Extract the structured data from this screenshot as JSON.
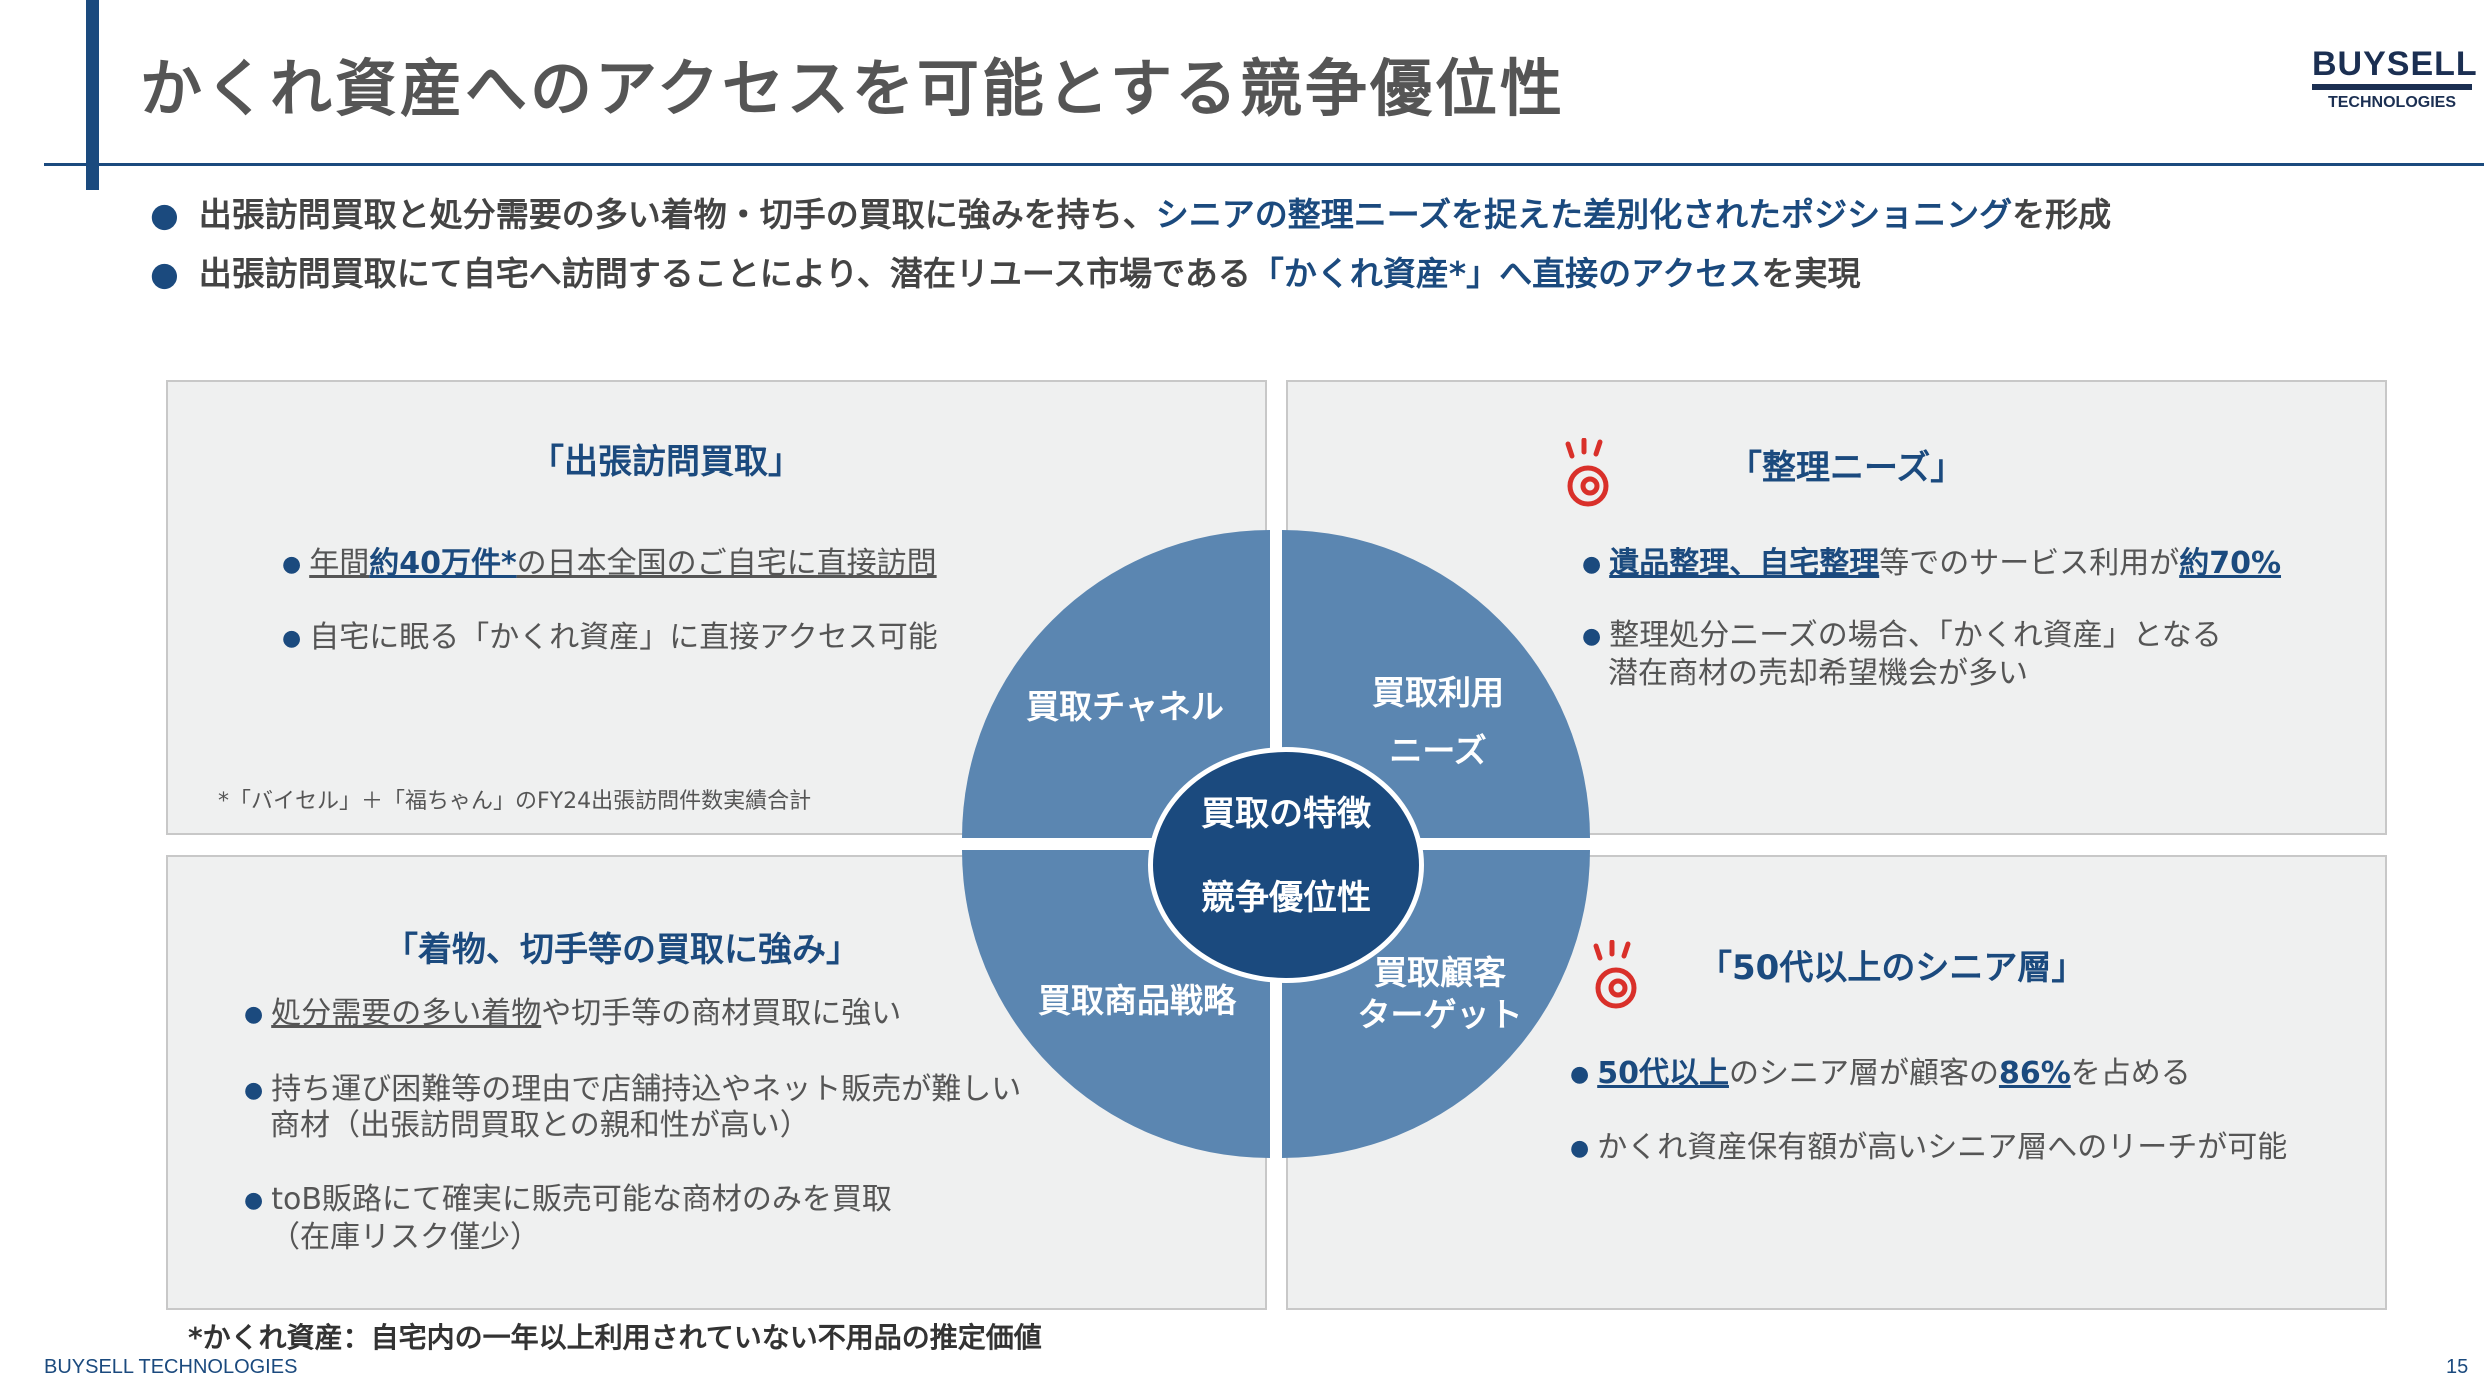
{
  "header": {
    "title": "かくれ資産へのアクセスを可能とする競争優位性",
    "logo_line1": "BUYSELL",
    "logo_line2": "TECHNOLOGIES"
  },
  "lead": [
    {
      "pre": "出張訪問買取と処分需要の多い着物・切手の買取に強みを持ち、",
      "hl": "シニアの整理ニーズを捉えた差別化されたポジショニング",
      "post": "を形成"
    },
    {
      "pre": "出張訪問買取にて自宅へ訪問することにより、潜在リユース市場である",
      "hl": "「かくれ資産*」へ直接のアクセス",
      "post": "を実現"
    }
  ],
  "panels": {
    "top_left": {
      "title": "「出張訪問買取」",
      "b1_pre": "年間",
      "b1_bold": "約40万件*",
      "b1_post": "の日本全国のご自宅に直接訪問",
      "b2": "自宅に眠る「かくれ資産」に直接アクセス可能",
      "note": "*「バイセル」＋「福ちゃん」のFY24出張訪問件数実績合計"
    },
    "top_right": {
      "title": "「整理ニーズ」",
      "b1_bold": "遺品整理、自宅整理",
      "b1_mid": "等でのサービス利用が",
      "b1_bold2": "約70%",
      "b2_l1": "整理処分ニーズの場合、「かくれ資産」となる",
      "b2_l2": "潜在商材の売却希望機会が多い"
    },
    "bottom_left": {
      "title": "「着物、切手等の買取に強み」",
      "b1_u": "処分需要の多い着物",
      "b1_post": "や切手等の商材買取に強い",
      "b2_l1": "持ち運び困難等の理由で店舗持込やネット販売が難しい",
      "b2_l2": "商材（出張訪問買取との親和性が高い）",
      "b3_l1": "toB販路にて確実に販売可能な商材のみを買取",
      "b3_l2": "（在庫リスク僅少）"
    },
    "bottom_right": {
      "title": "「50代以上のシニア層」",
      "b1_bold": "50代以上",
      "b1_mid": "のシニア層が顧客の",
      "b1_bold2": "86%",
      "b1_post": "を占める",
      "b2": "かくれ資産保有額が高いシニア層へのリーチが可能"
    }
  },
  "circle": {
    "q_tl": "買取チャネル",
    "q_tr_l1": "買取利用",
    "q_tr_l2": "ニーズ",
    "q_bl": "買取商品戦略",
    "q_br_l1": "買取顧客",
    "q_br_l2": "ターゲット",
    "center_l1": "買取の特徴",
    "center_l2": "競争優位性"
  },
  "footnote": "*かくれ資産：自宅内の一年以上利用されていない不用品の推定価値",
  "footer": {
    "company": "BUYSELL  TECHNOLOGIES",
    "page": "15"
  },
  "colors": {
    "brand": "#1b4a7e",
    "quadrant": "#5b86b1",
    "panel_bg": "#eff0f0",
    "accent_red": "#d9302a"
  },
  "icons": [
    "idea-spark-icon",
    "idea-spark-icon"
  ]
}
